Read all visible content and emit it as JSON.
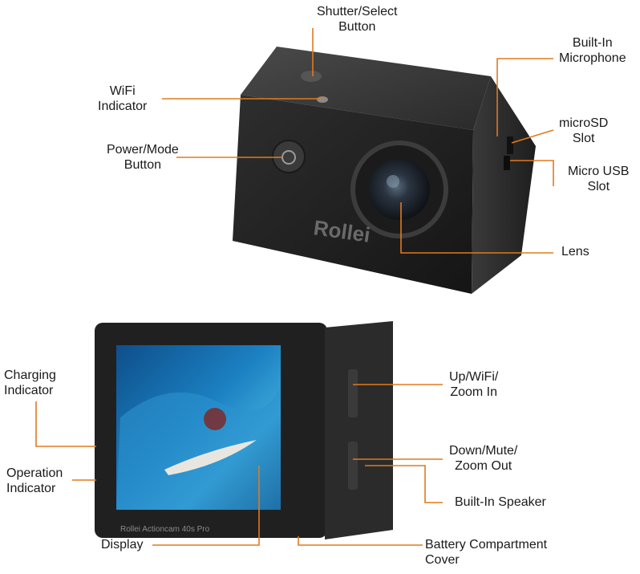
{
  "colors": {
    "leader": "#e07a1f",
    "camera_body": "#262626",
    "background": "#ffffff"
  },
  "camera_front": {
    "brand_logo": "Rollei",
    "labels": {
      "shutter": [
        "Shutter/Select",
        "Button"
      ],
      "wifi_indicator": [
        "WiFi",
        "Indicator"
      ],
      "power_mode": [
        "Power/Mode",
        "Button"
      ],
      "microphone": [
        "Built-In",
        "Microphone"
      ],
      "microsd": [
        "microSD",
        "Slot"
      ],
      "micro_usb": [
        "Micro USB",
        "Slot"
      ],
      "lens": [
        "Lens"
      ]
    }
  },
  "camera_back": {
    "screen_caption": "Rollei Actioncam 40s Pro",
    "labels": {
      "charging": [
        "Charging",
        "Indicator"
      ],
      "operation": [
        "Operation",
        "Indicator"
      ],
      "display": [
        "Display"
      ],
      "up_wifi": [
        "Up/WiFi/",
        "Zoom In"
      ],
      "down_mute": [
        "Down/Mute/",
        "Zoom Out"
      ],
      "speaker": [
        "Built-In Speaker"
      ],
      "battery": [
        "Battery Compartment",
        "Cover"
      ]
    }
  }
}
